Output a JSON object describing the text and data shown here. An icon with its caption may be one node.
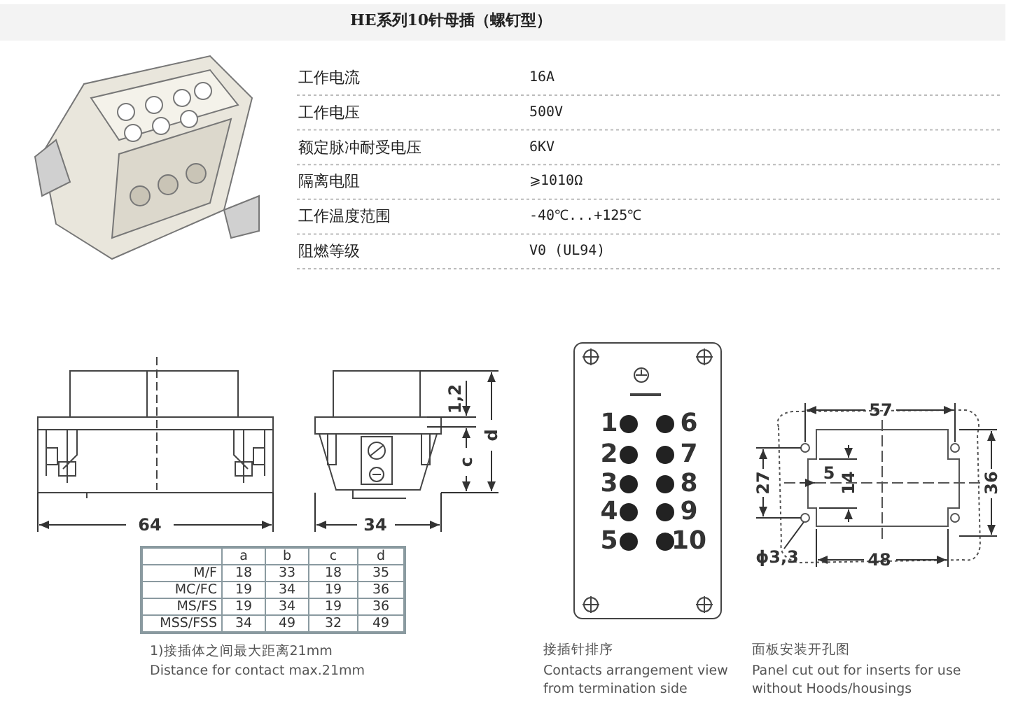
{
  "diagram": {
    "title": "HE系列10针母插（螺钉型）",
    "labels": [
      "工作电流",
      "16A",
      "工作电压",
      "500V",
      "额定脉冲耐受电压",
      "6KV",
      "隔离电阻",
      "⩾1010Ω",
      "工作温度范围",
      "-40℃...+125℃",
      "阻燃等级",
      "V0 (UL94)",
      "1,2",
      "c",
      "d",
      "64",
      "34",
      "57",
      "27",
      "5",
      "14",
      "36",
      "ϕ3,3",
      "48",
      "1",
      "2",
      "3",
      "4",
      "5",
      "6",
      "7",
      "8",
      "9",
      "10",
      "a",
      "b",
      "c",
      "d",
      "M/F",
      "18",
      "33",
      "18",
      "35",
      "MC/FC",
      "19",
      "34",
      "19",
      "36",
      "MS/FS",
      "19",
      "34",
      "19",
      "36",
      "MSS/FSS",
      "34",
      "49",
      "32",
      "49",
      "1)接插体之间最大距离21mm",
      "Distance for contact max.21mm",
      "接插针排序",
      "Contacts arrangement view from termination side",
      "面板安装开孔图",
      "Panel cut out for inserts for use without Hoods/housings"
    ]
  }
}
